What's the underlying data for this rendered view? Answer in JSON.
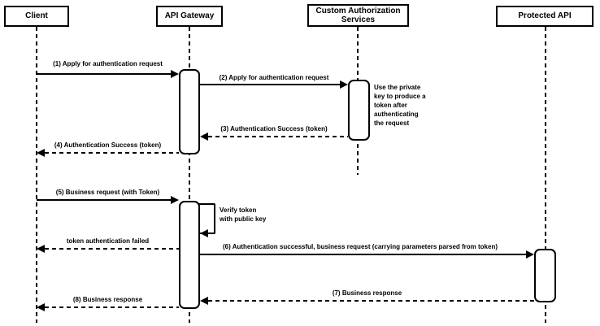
{
  "colors": {
    "stroke": "#000000",
    "background": "#ffffff",
    "text": "#000000"
  },
  "actors": [
    {
      "name": "Client"
    },
    {
      "name": "API Gateway"
    },
    {
      "name": "Custom Authorization Services"
    },
    {
      "name": "Protected API"
    }
  ],
  "messages": [
    {
      "label": "(1) Apply for authentication request",
      "from": "Client",
      "to": "API Gateway",
      "line": "solid"
    },
    {
      "label": "(2) Apply for authentication request",
      "from": "API Gateway",
      "to": "Custom Authorization Services",
      "line": "solid"
    },
    {
      "label": "(3) Authentication Success (token)",
      "from": "Custom Authorization Services",
      "to": "API Gateway",
      "line": "dashed"
    },
    {
      "label": "(4) Authentication Success (token)",
      "from": "API Gateway",
      "to": "Client",
      "line": "dashed"
    },
    {
      "label": "(5) Business request (with Token)",
      "from": "Client",
      "to": "API Gateway",
      "line": "solid"
    },
    {
      "label": "Verify token\nwith public key",
      "from": "API Gateway",
      "to": "API Gateway",
      "line": "self"
    },
    {
      "label": "token authentication failed",
      "from": "API Gateway",
      "to": "Client",
      "line": "dashed"
    },
    {
      "label": "(6) Authentication successful, business request (carrying parameters parsed from token)",
      "from": "API Gateway",
      "to": "Protected API",
      "line": "solid"
    },
    {
      "label": "(7) Business response",
      "from": "Protected API",
      "to": "API Gateway",
      "line": "dashed"
    },
    {
      "label": "(8) Business response",
      "from": "API Gateway",
      "to": "Client",
      "line": "dashed"
    }
  ],
  "notes": [
    {
      "text": "Use the private\nkey to produce a\ntoken after\nauthenticating\nthe request"
    }
  ]
}
